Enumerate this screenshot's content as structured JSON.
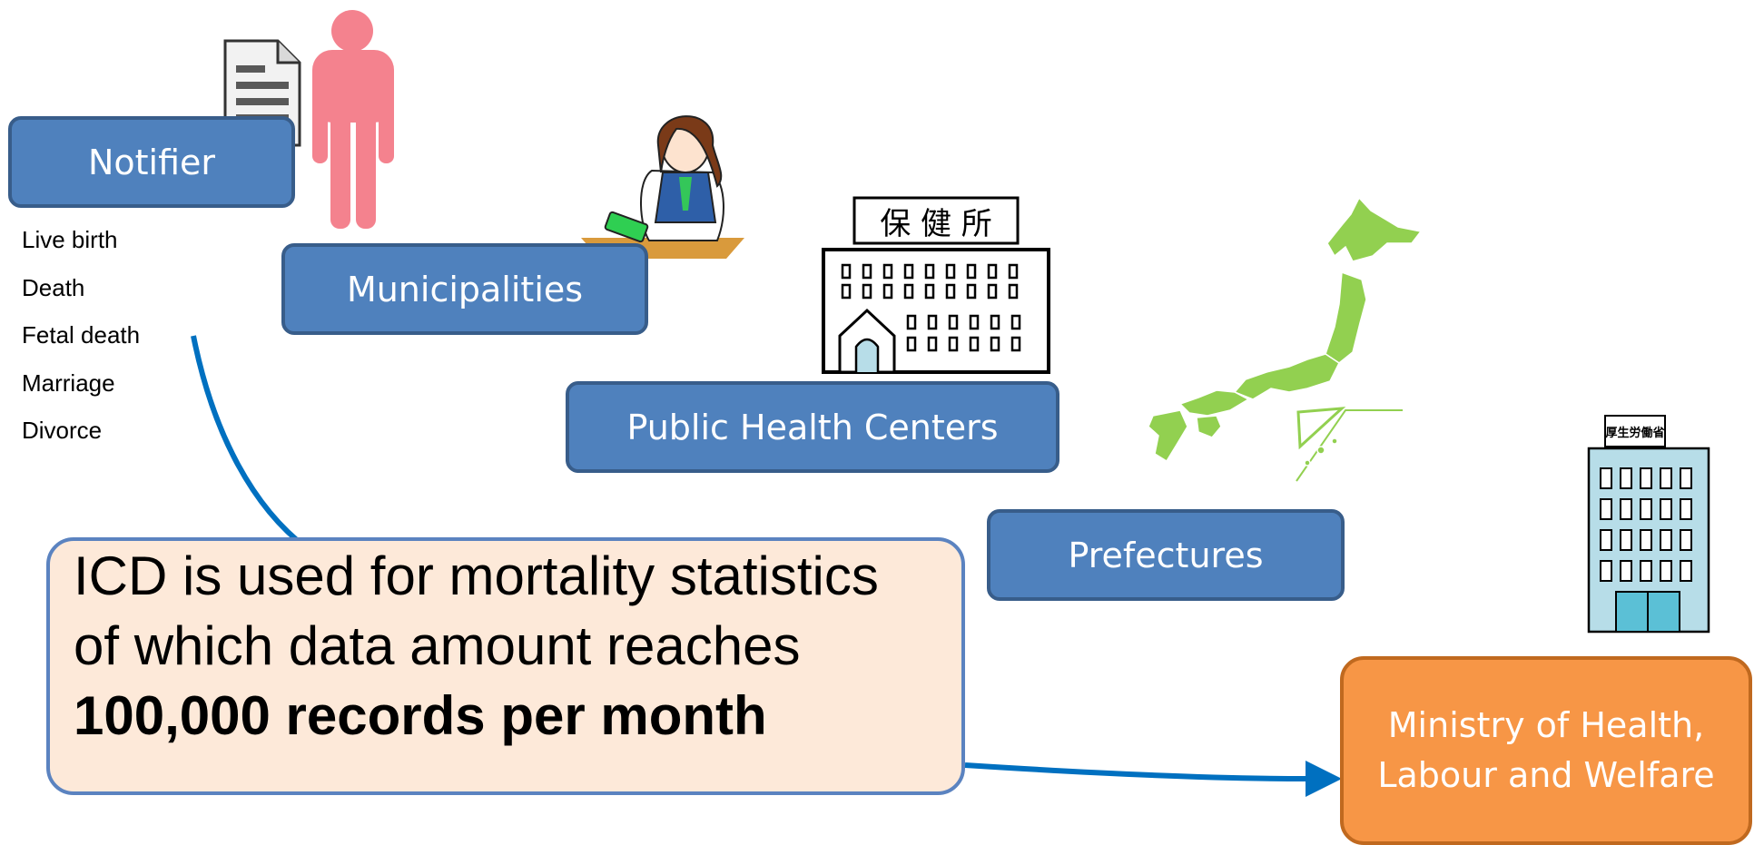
{
  "nodes": {
    "notifier": "Notifier",
    "municipalities": "Municipalities",
    "public_health_centers": "Public Health Centers",
    "prefectures": "Prefectures",
    "ministry_line1": "Ministry of Health,",
    "ministry_line2": "Labour and Welfare"
  },
  "notification_types": [
    "Live birth",
    "Death",
    "Fetal death",
    "Marriage",
    "Divorce"
  ],
  "health_center_sign": "保 健 所",
  "ministry_sign": "厚生労働省",
  "callout": {
    "text": "ICD is used for mortality statistics of which data amount reaches",
    "emphasis": "100,000 records per month"
  },
  "colors": {
    "node_blue": "#4f81bd",
    "node_orange": "#f79646",
    "callout_fill": "#fde9d9",
    "arrow": "#0070c0",
    "japan_green": "#92d050",
    "person_pink": "#f4828e"
  }
}
